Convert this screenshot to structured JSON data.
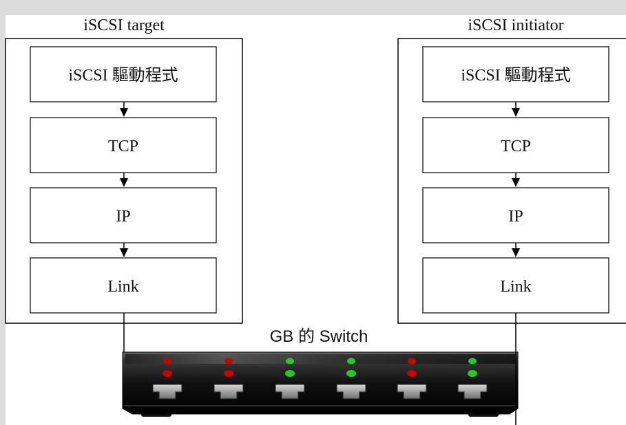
{
  "target": {
    "title": "iSCSI target",
    "layers": [
      "iSCSI 驅動程式",
      "TCP",
      "IP",
      "Link"
    ]
  },
  "initiator": {
    "title": "iSCSI initiator",
    "layers": [
      "iSCSI 驅動程式",
      "TCP",
      "IP",
      "Link"
    ]
  },
  "switch": {
    "label": "GB 的 Switch",
    "ports": [
      {
        "top": "red",
        "bottom": "red"
      },
      {
        "top": "red",
        "bottom": "red"
      },
      {
        "top": "green",
        "bottom": "green"
      },
      {
        "top": "green",
        "bottom": "green"
      },
      {
        "top": "red",
        "bottom": "red"
      },
      {
        "top": "green",
        "bottom": "green"
      }
    ]
  },
  "colors": {
    "red": "#cc0000",
    "green": "#22cc22",
    "background": "#dcdcdc"
  }
}
